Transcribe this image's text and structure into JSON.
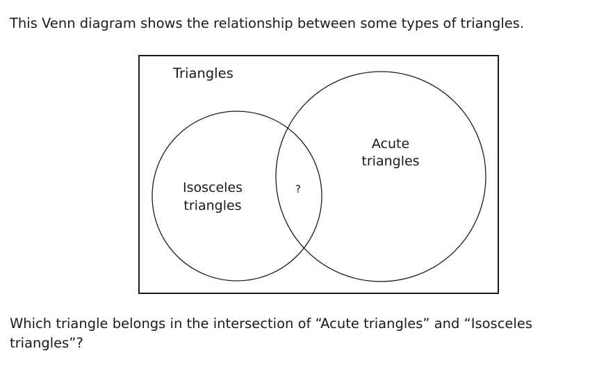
{
  "intro_text": "This Venn diagram shows the relationship between some types of triangles.",
  "diagram": {
    "universe_label": "Triangles",
    "left_set": {
      "label_line1": "Isosceles",
      "label_line2": "triangles"
    },
    "right_set": {
      "label_line1": "Acute",
      "label_line2": "triangles"
    },
    "intersection_label": "?"
  },
  "question": {
    "line1": "Which triangle belongs in the intersection of “Acute triangles” and “Isosceles",
    "line2": "triangles”?"
  }
}
